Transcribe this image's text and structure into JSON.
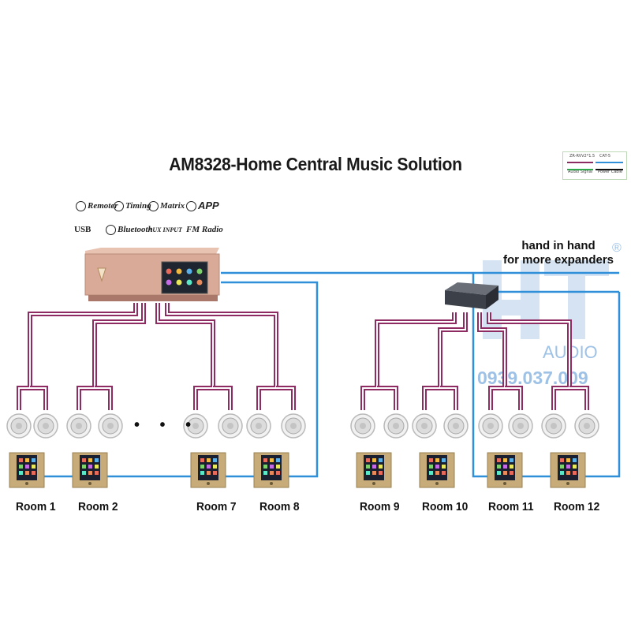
{
  "title": "AM8328-Home Central Music Solution",
  "features": {
    "remoter": "Remoter",
    "timing": "Timing",
    "matrix": "Matrix",
    "app": "APP",
    "usb": "USB",
    "bluetooth": "Bluetooth",
    "aux": "AUX INPUT",
    "fm": "FM Radio"
  },
  "legend": {
    "zr": "ZR-RVV2*1.5",
    "cat": "CAT-5",
    "audio": "Audio Signal",
    "power": "Power Cable"
  },
  "expander_note": [
    "hand in hand",
    "for more expanders"
  ],
  "ellipsis": "• • •",
  "rooms": [
    "Room 1",
    "Room 2",
    "Room 7",
    "Room 8",
    "Room 9",
    "Room 10",
    "Room 11",
    "Room 12"
  ],
  "watermark": {
    "brand": "AUDIO",
    "phone": "0939.037.009",
    "mark": "®"
  },
  "colors": {
    "speaker_wire": "#8e2b63",
    "control_wire": "#2f8fd8",
    "host_body": "#d9aa98",
    "panel_gold": "#c7ab78"
  }
}
